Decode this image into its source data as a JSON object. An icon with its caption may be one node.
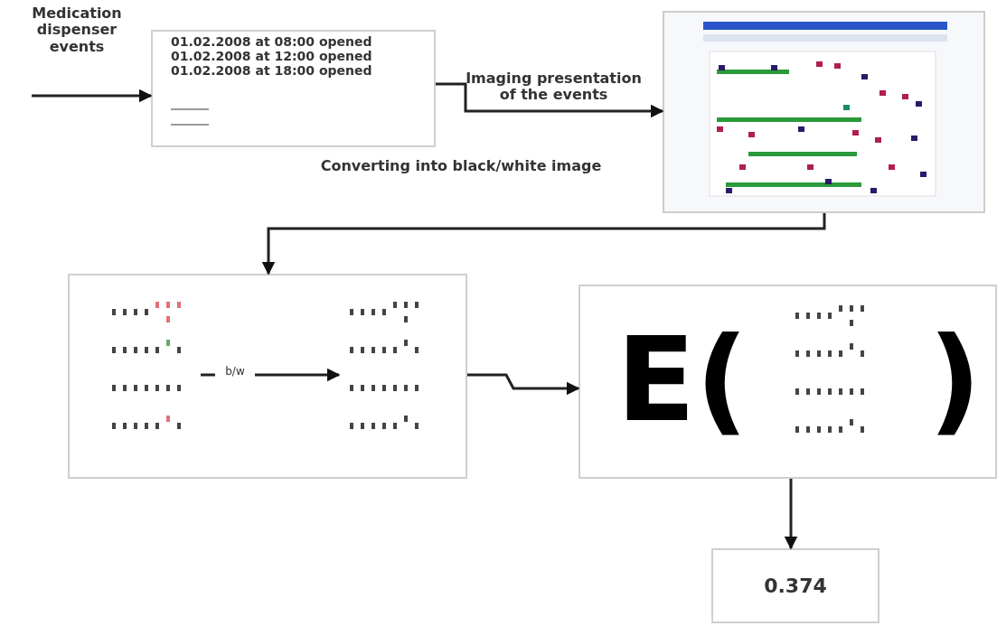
{
  "diagram": {
    "nodes": [
      {
        "text": [
          "01.02.2008 at 08:00 opened",
          "01.02.2008 at 12:00 opened",
          "01.02.2008 at 18:00 opened"
        ]
      },
      {
        "text": [],
        "shape": "picture"
      },
      {
        "text": [],
        "shape": "box"
      },
      {
        "text": [],
        "shape": "picture",
        "in": 2
      },
      {
        "text": [],
        "shape": "picture",
        "in": 2
      },
      {
        "text": [
          "E(",
          ")"
        ]
      },
      {
        "text": [],
        "shape": "picture",
        "in": 5
      },
      {
        "text": [
          "0.374"
        ]
      }
    ],
    "edges": [
      {
        "from": null,
        "to": 0,
        "arrow": "to",
        "label": "Medication dispenser events"
      },
      {
        "from": 0,
        "to": 1,
        "arrow": "to",
        "label": "Imaging presentation of the events"
      },
      {
        "from": 1,
        "to": 2,
        "arrow": "to",
        "label": "Converting into black/white image"
      },
      {
        "from": 3,
        "to": 4,
        "arrow": "to",
        "label": "b/w"
      },
      {
        "from": 2,
        "to": 5,
        "arrow": "to"
      },
      {
        "from": 5,
        "to": 7,
        "arrow": "to"
      }
    ]
  }
}
